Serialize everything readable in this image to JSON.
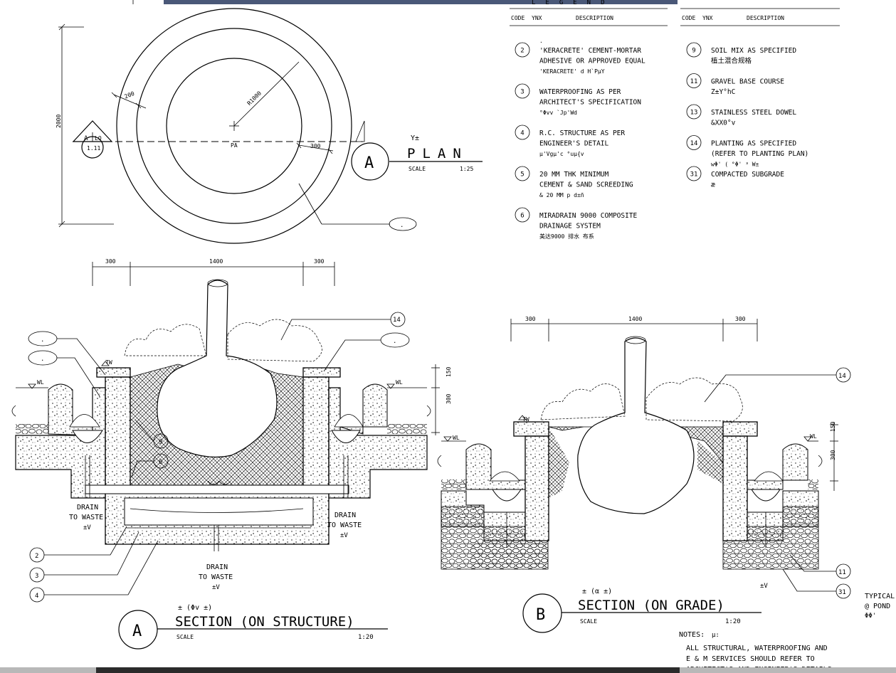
{
  "window": {
    "topbar_color": "#4a5878",
    "bottombar_color": "#2b2b2b"
  },
  "plan": {
    "title": "PLAN",
    "title_cn": "Y±",
    "tag": "A",
    "scale_label": "SCALE",
    "scale_value": "1:25",
    "dim_overall": "2000",
    "dim_ring": "200",
    "dim_radius": "R1000",
    "dim_300": "300",
    "center_label": "PA",
    "section_marker_letter": "A",
    "section_marker_code": "LO",
    "section_marker_sheet": "1.11",
    "callout_dot": "."
  },
  "legend": {
    "col_code": "CODE",
    "col_cn": "YNX",
    "col_desc": "DESCRIPTION",
    "items_left": [
      {
        "code": "2",
        "lines": [
          "'KERACRETE' CEMENT-MORTAR",
          "ADHESIVE OR APPROVED EQUAL",
          "'KERACRETE'      d     H`PµY"
        ]
      },
      {
        "code": "3",
        "lines": [
          "WATERPROOFING AS PER",
          "ARCHITECT'S SPECIFICATION",
          "°Φvv               `Jp'Wd"
        ]
      },
      {
        "code": "4",
        "lines": [
          "R.C. STRUCTURE AS PER",
          "ENGINEER'S DETAIL",
          "µ'Vgµ'c          °uµ{v"
        ]
      },
      {
        "code": "5",
        "lines": [
          "20 MM THK MINIMUM",
          "CEMENT & SAND SCREEDING",
          "&          20 MM       p d±ñ"
        ]
      },
      {
        "code": "6",
        "lines": [
          "MIRADRAIN 9000 COMPOSITE",
          "DRAINAGE SYSTEM",
          "美达9000 排水 布系"
        ]
      }
    ],
    "items_right": [
      {
        "code": "9",
        "lines": [
          "SOIL MIX AS SPECIFIED",
          "  植土混合规格"
        ]
      },
      {
        "code": "11",
        "lines": [
          "GRAVEL BASE COURSE",
          "Z±Y°hC"
        ]
      },
      {
        "code": "13",
        "lines": [
          "STAINLESS STEEL DOWEL",
          "&XX0°v"
        ]
      },
      {
        "code": "14",
        "lines": [
          "PLANTING AS SPECIFIED",
          "(REFER TO PLANTING PLAN)",
          "wΦ'          ( °Φ' ³ W±"
        ]
      },
      {
        "code": "31",
        "lines": [
          "COMPACTED SUBGRADE",
          "  æ"
        ]
      }
    ]
  },
  "section_a": {
    "tag": "A",
    "title": "SECTION (ON STRUCTURE)",
    "title_cn": "± (Φv ±)",
    "scale_label": "SCALE",
    "scale_value": "1:20",
    "dim_left": "300",
    "dim_mid": "1400",
    "dim_right": "300",
    "tw": "TW",
    "wl_left": "WL",
    "wl_right": "WL",
    "drain_left_1": "DRAIN",
    "drain_left_2": "TO WASTE",
    "drain_left_3": "±V",
    "drain_right_1": "DRAIN",
    "drain_right_2": "TO WASTE",
    "drain_right_3": "±V",
    "drain_mid_1": "DRAIN",
    "drain_mid_2": "TO WASTE",
    "drain_mid_3": "±V",
    "callout_14": "14",
    "callout_9": "9",
    "callout_6": "6",
    "callout_2": "2",
    "callout_3": "3",
    "callout_4": "4",
    "callout_dot": "."
  },
  "section_b": {
    "tag": "B",
    "title": "SECTION (ON GRADE)",
    "title_cn": "± (α ±)",
    "scale_label": "SCALE",
    "scale_value": "1:20",
    "dim_left": "300",
    "dim_mid": "1400",
    "dim_right": "300",
    "dim_150": "150",
    "dim_300": "300",
    "tw": "TW",
    "wl_left": "WL",
    "wl_right": "WL",
    "bottom_mark": "±V",
    "callout_14": "14",
    "callout_11": "11",
    "callout_31": "31"
  },
  "dims_a": {
    "d150": "150",
    "d300": "300"
  },
  "notes": {
    "heading": "NOTES:",
    "heading_cn": "µ:",
    "line1": "ALL STRUCTURAL, WATERPROOFING AND",
    "line2": "E & M SERVICES SHOULD REFER TO",
    "line3": "ARCHITECT'S AND ENGINEER'S DETAILS"
  },
  "side_note": {
    "line1": "TYPICAL",
    "line2": "@ POND",
    "line3": "ΦΦ'"
  }
}
